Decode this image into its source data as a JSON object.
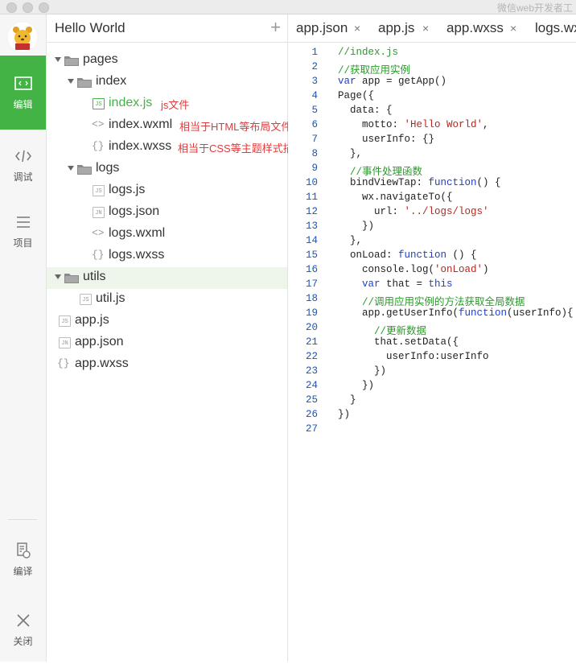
{
  "window": {
    "title": "微信web开发者工"
  },
  "leftbar": {
    "items": [
      {
        "id": "edit",
        "label": "编辑",
        "active": true
      },
      {
        "id": "debug",
        "label": "调试",
        "active": false
      },
      {
        "id": "project",
        "label": "项目",
        "active": false
      }
    ],
    "bottom": [
      {
        "id": "compile",
        "label": "编译"
      },
      {
        "id": "close",
        "label": "关闭"
      }
    ]
  },
  "tree": {
    "title": "Hello World",
    "add_label": "+",
    "rows": [
      {
        "label": "pages",
        "kind": "folder"
      },
      {
        "label": "index",
        "kind": "folder"
      },
      {
        "label": "index.js",
        "kind": "js",
        "badge": "JS"
      },
      {
        "label": "index.wxml",
        "kind": "wxml",
        "badge": "<>"
      },
      {
        "label": "index.wxss",
        "kind": "wxss",
        "badge": "{}"
      },
      {
        "label": "logs",
        "kind": "folder"
      },
      {
        "label": "logs.js",
        "kind": "js",
        "badge": "JS"
      },
      {
        "label": "logs.json",
        "kind": "json",
        "badge": "JN"
      },
      {
        "label": "logs.wxml",
        "kind": "wxml",
        "badge": "<>"
      },
      {
        "label": "logs.wxss",
        "kind": "wxss",
        "badge": "{}"
      },
      {
        "label": "utils",
        "kind": "folder"
      },
      {
        "label": "util.js",
        "kind": "js",
        "badge": "JS"
      },
      {
        "label": "app.js",
        "kind": "js",
        "badge": "JS"
      },
      {
        "label": "app.json",
        "kind": "json",
        "badge": "JN"
      },
      {
        "label": "app.wxss",
        "kind": "wxss",
        "badge": "{}"
      }
    ],
    "annotations": {
      "js": "js文件",
      "wxml": "相当于HTML等布局文件",
      "wxss": "相当于CSS等主题样式描述"
    }
  },
  "editor": {
    "tabs": [
      {
        "label": "app.json",
        "close": "×"
      },
      {
        "label": "app.js",
        "close": "×"
      },
      {
        "label": "app.wxss",
        "close": "×"
      },
      {
        "label": "logs.wx"
      }
    ],
    "lines": [
      [
        [
          "c",
          "//index.js"
        ]
      ],
      [
        [
          "c",
          "//获取应用实例"
        ]
      ],
      [
        [
          "k",
          "var"
        ],
        [
          "p",
          " app = getApp()"
        ]
      ],
      [
        [
          "p",
          "Page({"
        ]
      ],
      [
        [
          "p",
          "  data: {"
        ]
      ],
      [
        [
          "p",
          "    motto: "
        ],
        [
          "s",
          "'Hello World'"
        ],
        [
          "p",
          ","
        ]
      ],
      [
        [
          "p",
          "    userInfo: {}"
        ]
      ],
      [
        [
          "p",
          "  },"
        ]
      ],
      [
        [
          "c",
          "  //事件处理函数"
        ]
      ],
      [
        [
          "p",
          "  bindViewTap: "
        ],
        [
          "k",
          "function"
        ],
        [
          "p",
          "() {"
        ]
      ],
      [
        [
          "p",
          "    wx.navigateTo({"
        ]
      ],
      [
        [
          "p",
          "      url: "
        ],
        [
          "s",
          "'../logs/logs'"
        ]
      ],
      [
        [
          "p",
          "    })"
        ]
      ],
      [
        [
          "p",
          "  },"
        ]
      ],
      [
        [
          "p",
          "  onLoad: "
        ],
        [
          "k",
          "function"
        ],
        [
          "p",
          " () {"
        ]
      ],
      [
        [
          "p",
          "    console.log("
        ],
        [
          "s",
          "'onLoad'"
        ],
        [
          "p",
          ")"
        ]
      ],
      [
        [
          "p",
          "    "
        ],
        [
          "k",
          "var"
        ],
        [
          "p",
          " that = "
        ],
        [
          "k",
          "this"
        ]
      ],
      [
        [
          "c",
          "    //调用应用实例的方法获取全局数据"
        ]
      ],
      [
        [
          "p",
          "    app.getUserInfo("
        ],
        [
          "k",
          "function"
        ],
        [
          "p",
          "(userInfo){"
        ]
      ],
      [
        [
          "c",
          "      //更新数据"
        ]
      ],
      [
        [
          "p",
          "      that.setData({"
        ]
      ],
      [
        [
          "p",
          "        userInfo:userInfo"
        ]
      ],
      [
        [
          "p",
          "      })"
        ]
      ],
      [
        [
          "p",
          "    })"
        ]
      ],
      [
        [
          "p",
          "  }"
        ]
      ],
      [
        [
          "p",
          "})"
        ]
      ],
      [
        [
          "p",
          ""
        ]
      ]
    ]
  }
}
